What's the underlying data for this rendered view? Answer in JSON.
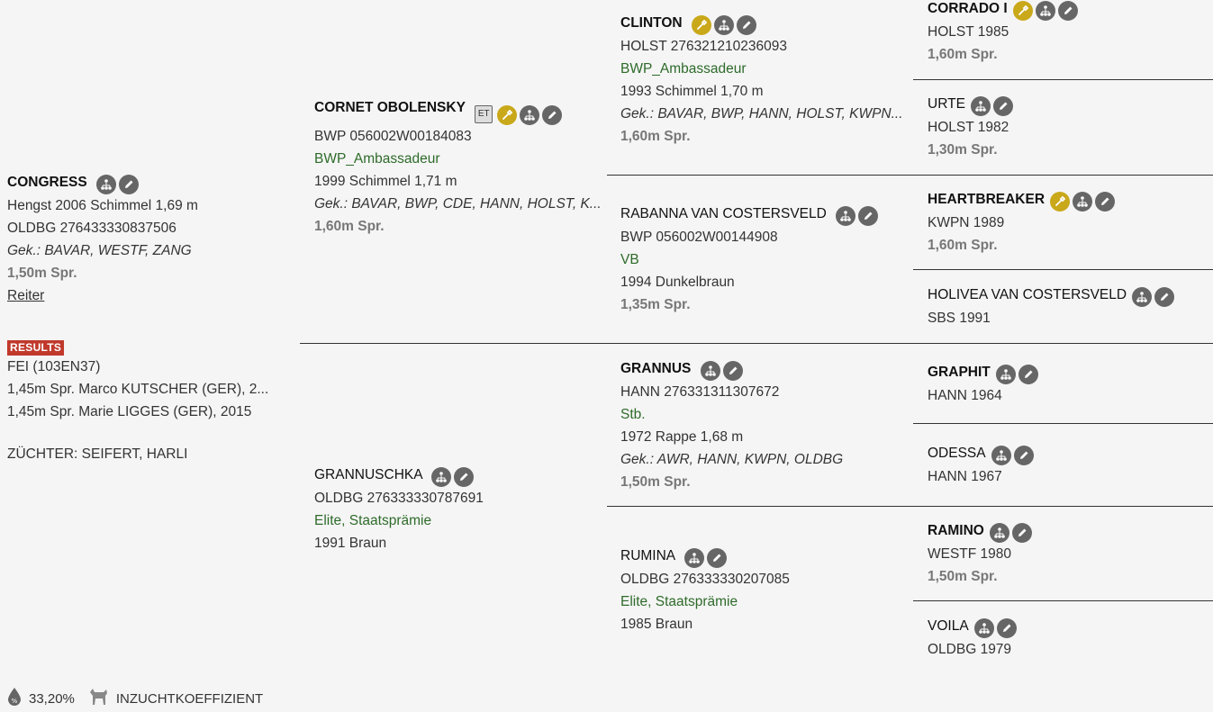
{
  "subject": {
    "name": "CONGRESS",
    "line1": "Hengst 2006 Schimmel 1,69 m",
    "line2": "OLDBG 276433330837506",
    "gek": "Gek.: BAVAR, WESTF, ZANG",
    "spr": "1,50m Spr.",
    "rider_link": "Reiter"
  },
  "results": {
    "badge": "RESULTS",
    "fei": "FEI (103EN37)",
    "r1": "1,45m Spr. Marco KUTSCHER (GER), 2...",
    "r2": "1,45m Spr. Marie LIGGES (GER), 2015",
    "breeder": "ZÜCHTER: SEIFERT, HARLI"
  },
  "footer": {
    "percent": "33,20%",
    "inbreeding": "INZUCHTKOEFFIZIENT"
  },
  "sire": {
    "name": "CORNET OBOLENSKY",
    "et": "ET",
    "reg": "BWP 056002W00184083",
    "pred": "BWP_Ambassadeur",
    "desc": "1999 Schimmel 1,71 m",
    "gek": "Gek.: BAVAR, BWP, CDE, HANN, HOLST, K...",
    "spr": "1,60m Spr."
  },
  "dam": {
    "name": "GRANNUSCHKA",
    "reg": "OLDBG 276333330787691",
    "pred": "Elite, Staatsprämie",
    "desc": "1991 Braun"
  },
  "ss": {
    "name": "CLINTON",
    "reg": "HOLST 276321210236093",
    "pred": "BWP_Ambassadeur",
    "desc": "1993 Schimmel 1,70 m",
    "gek": "Gek.: BAVAR, BWP, HANN, HOLST, KWPN...",
    "spr": "1,60m Spr."
  },
  "sd": {
    "name": "RABANNA VAN COSTERSVELD",
    "reg": "BWP 056002W00144908",
    "pred": "VB",
    "desc": "1994 Dunkelbraun",
    "spr": "1,35m Spr."
  },
  "ds": {
    "name": "GRANNUS",
    "reg": "HANN 276331311307672",
    "pred": "Stb.",
    "desc": "1972 Rappe 1,68 m",
    "gek": "Gek.: AWR, HANN, KWPN, OLDBG",
    "spr": "1,50m Spr."
  },
  "dd": {
    "name": "RUMINA",
    "reg": "OLDBG 276333330207085",
    "pred": "Elite, Staatsprämie",
    "desc": "1985 Braun"
  },
  "g1": {
    "name": "CORRADO I",
    "reg": "HOLST 1985",
    "spr": "1,60m Spr."
  },
  "g2": {
    "name": "URTE",
    "reg": "HOLST 1982",
    "spr": "1,30m Spr."
  },
  "g3": {
    "name": "HEARTBREAKER",
    "reg": "KWPN 1989",
    "spr": "1,60m Spr."
  },
  "g4": {
    "name": "HOLIVEA VAN COSTERSVELD",
    "reg": "SBS 1991"
  },
  "g5": {
    "name": "GRAPHIT",
    "reg": "HANN 1964"
  },
  "g6": {
    "name": "ODESSA",
    "reg": "HANN 1967"
  },
  "g7": {
    "name": "RAMINO",
    "reg": "WESTF 1980",
    "spr": "1,50m Spr."
  },
  "g8": {
    "name": "VOILA",
    "reg": "OLDBG 1979"
  },
  "icons": {
    "gold": "sire-quality-icon",
    "tree": "pedigree-tree-icon",
    "edit": "edit-pencil-icon"
  }
}
